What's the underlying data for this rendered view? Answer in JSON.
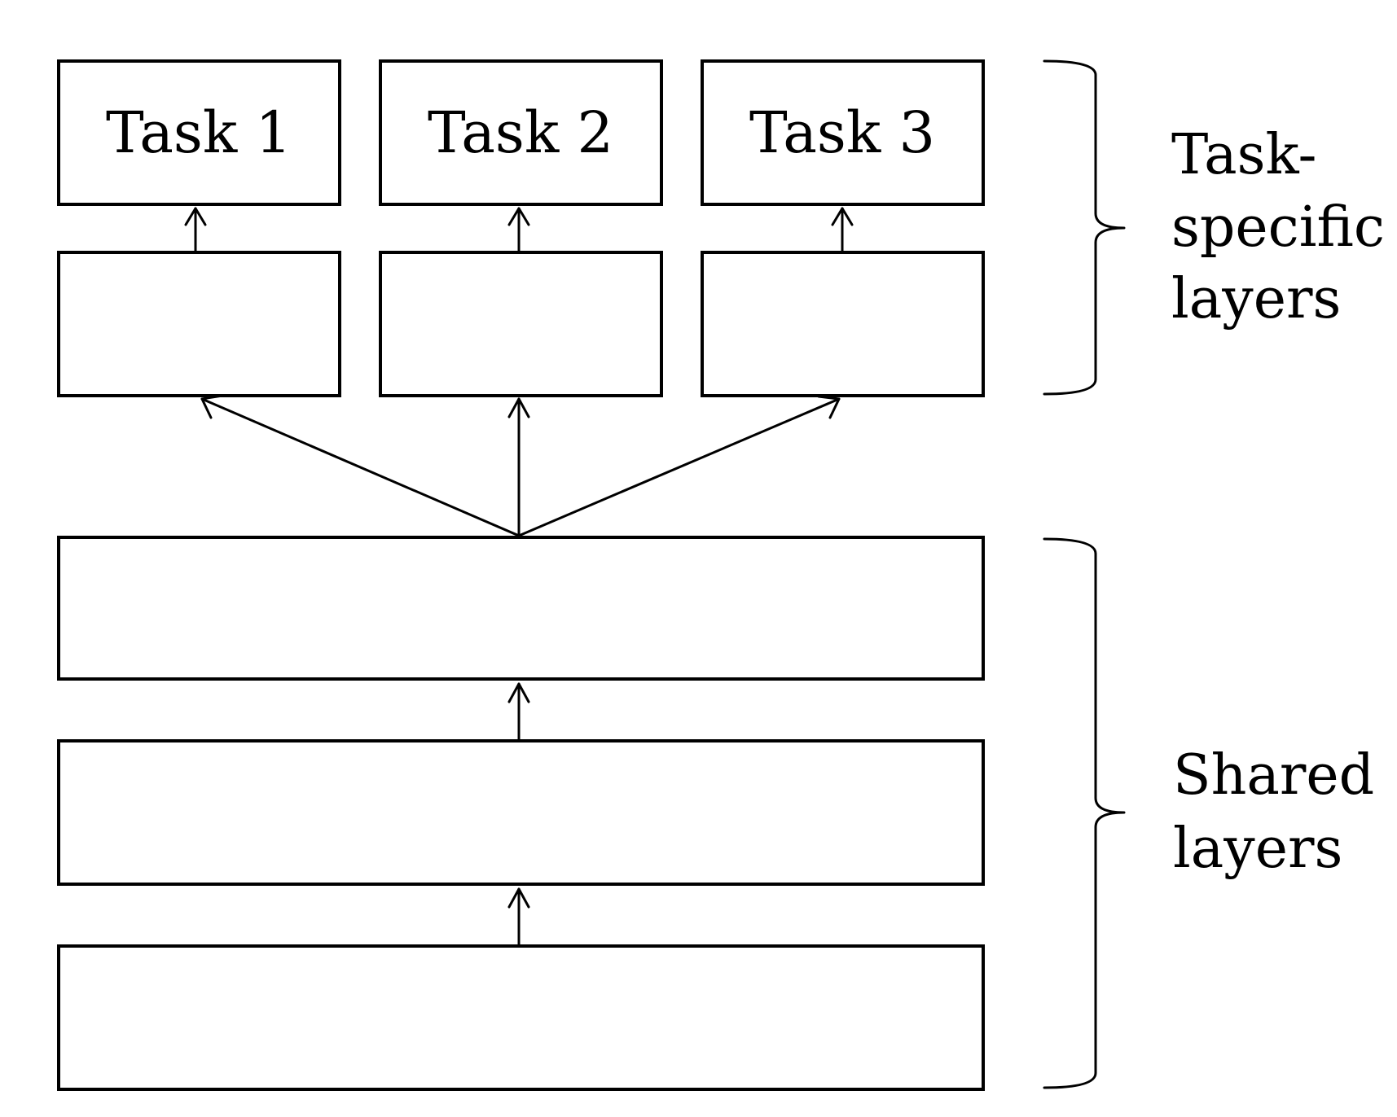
{
  "diagram": {
    "tasks": [
      {
        "label": "Task 1"
      },
      {
        "label": "Task 2"
      },
      {
        "label": "Task 3"
      }
    ],
    "task_specific_label": [
      "Task-",
      "specific",
      "layers"
    ],
    "shared_label": [
      "Shared",
      "layers"
    ],
    "colors": {
      "stroke": "#000000",
      "background": "#ffffff"
    }
  }
}
